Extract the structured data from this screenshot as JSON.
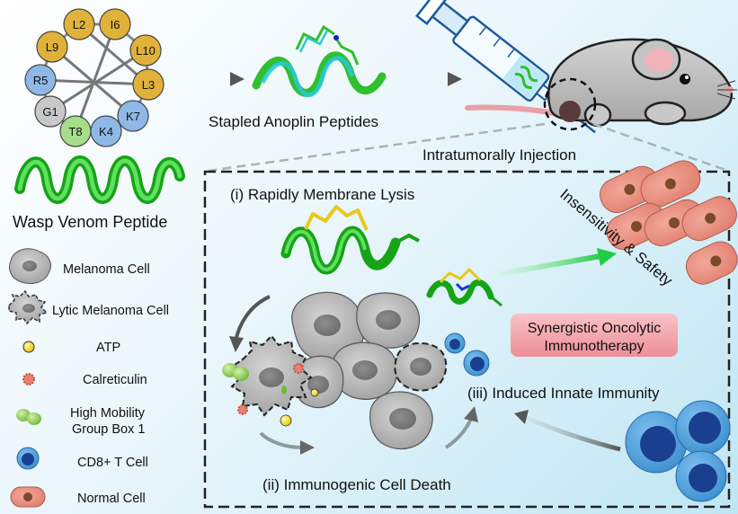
{
  "helix_wheel": {
    "residues": [
      "L2",
      "I6",
      "L10",
      "L3",
      "K7",
      "K4",
      "T8",
      "G1",
      "R5",
      "L9"
    ]
  },
  "labels": {
    "stapled": "Stapled Anoplin Peptides",
    "injection": "Intratumorally Injection",
    "wasp": "Wasp Venom Peptide",
    "step1": "(i) Rapidly Membrane Lysis",
    "step2": "(ii) Immunogenic Cell Death",
    "step3": "(iii) Induced Innate Immunity",
    "safety": "Insensitivity & Safety",
    "synergy_line1": "Synergistic Oncolytic",
    "synergy_line2": "Immunotherapy"
  },
  "legend": [
    {
      "label": "Melanoma Cell"
    },
    {
      "label": "Lytic Melanoma Cell"
    },
    {
      "label": "ATP"
    },
    {
      "label": "Calreticulin"
    },
    {
      "label": "High Mobility Group Box 1"
    },
    {
      "label": "CD8+ T Cell"
    },
    {
      "label": "Normal Cell"
    }
  ],
  "colors": {
    "helix_green": "#2fbf2f",
    "hydrophobic": "#e0b23a",
    "charged": "#8fb8e6",
    "neutral": "#c8c8c8",
    "polar": "#a6dd8a",
    "normal_cell": "#e58a7a",
    "t_cell_outer": "#4a9fdc",
    "t_cell_inner": "#1b3f8f",
    "synergy_box": "#f4a7ae"
  }
}
